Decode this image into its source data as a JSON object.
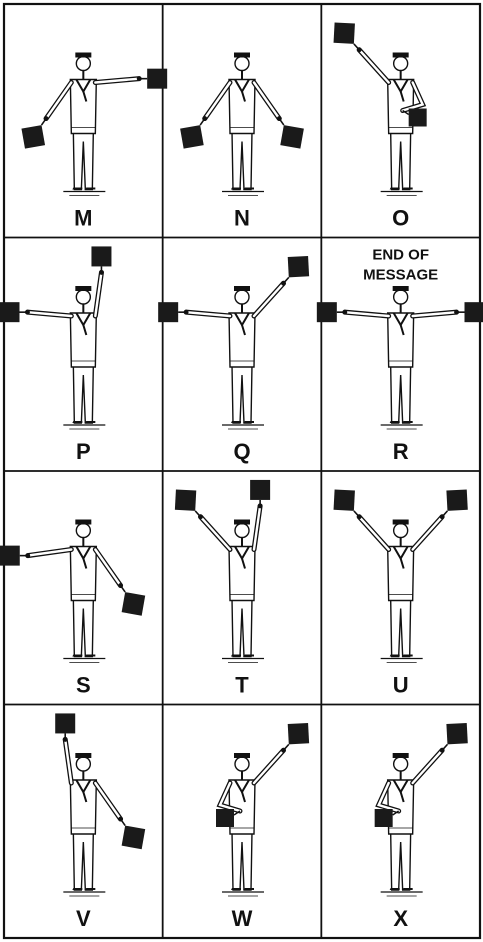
{
  "grid": {
    "rows": 4,
    "cols": 3
  },
  "panels": [
    {
      "letter": "M",
      "caption": "",
      "left_arm": "down-low",
      "right_arm": "horizontal",
      "left_flag": "down",
      "right_flag": "down"
    },
    {
      "letter": "N",
      "caption": "",
      "left_arm": "down-low",
      "right_arm": "down-low",
      "left_flag": "down",
      "right_flag": "down"
    },
    {
      "letter": "O",
      "caption": "",
      "left_arm": "up-diagonal",
      "right_arm": "bent-front",
      "left_flag": "up",
      "right_flag": "down"
    },
    {
      "letter": "P",
      "caption": "",
      "left_arm": "horizontal",
      "right_arm": "up-vertical",
      "left_flag": "down",
      "right_flag": "up"
    },
    {
      "letter": "Q",
      "caption": "",
      "left_arm": "horizontal",
      "right_arm": "up-diagonal",
      "left_flag": "down",
      "right_flag": "up"
    },
    {
      "letter": "R",
      "caption": "END OF\nMESSAGE",
      "left_arm": "horizontal",
      "right_arm": "horizontal",
      "left_flag": "down",
      "right_flag": "down"
    },
    {
      "letter": "S",
      "caption": "",
      "left_arm": "horizontal-low",
      "right_arm": "down-low",
      "left_flag": "down",
      "right_flag": "down"
    },
    {
      "letter": "T",
      "caption": "",
      "left_arm": "up-diagonal",
      "right_arm": "up-vertical",
      "left_flag": "up",
      "right_flag": "up"
    },
    {
      "letter": "U",
      "caption": "",
      "left_arm": "up-diagonal",
      "right_arm": "up-diagonal",
      "left_flag": "up",
      "right_flag": "up"
    },
    {
      "letter": "V",
      "caption": "",
      "left_arm": "up-vertical",
      "right_arm": "down-low",
      "left_flag": "up",
      "right_flag": "down"
    },
    {
      "letter": "W",
      "caption": "",
      "left_arm": "bent-front",
      "right_arm": "up-diagonal",
      "left_flag": "down",
      "right_flag": "up"
    },
    {
      "letter": "X",
      "caption": "",
      "left_arm": "bent-front",
      "right_arm": "up-diagonal",
      "left_flag": "down",
      "right_flag": "up"
    }
  ],
  "colors": {
    "ink": "#111111",
    "flag": "#1a1a1a",
    "paper": "#ffffff"
  }
}
